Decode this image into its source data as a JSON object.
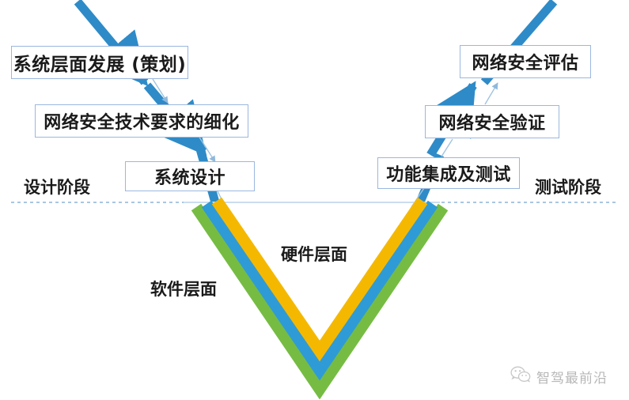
{
  "diagram": {
    "title": "Cybersecurity V-Model (网络安全 V 模型)",
    "type": "v-model-process-diagram",
    "colors": {
      "box_border": "#9BB7DF",
      "box_fill": "#FFFFFF",
      "arrow_blue": "#2E8BC8",
      "arrow_blue_light": "#BBD4EA",
      "divider_blue": "#A9C6E2",
      "band_green": "#76BC43",
      "band_blue": "#2E9BD6",
      "band_yellow": "#F5B800",
      "text": "#1A1A1A",
      "watermark": "#7D7D7D"
    },
    "left_branch": {
      "phase_label": "设计阶段",
      "steps": [
        {
          "label": "系统层面发展 (策划)"
        },
        {
          "label": "网络安全技术要求的细化"
        },
        {
          "label": "系统设计"
        }
      ]
    },
    "right_branch": {
      "phase_label": "测试阶段",
      "steps": [
        {
          "label": "网络安全评估"
        },
        {
          "label": "网络安全验证"
        },
        {
          "label": "功能集成及测试"
        }
      ]
    },
    "layers": [
      {
        "name": "hardware",
        "label": "硬件层面",
        "band_color": "#F5B800"
      },
      {
        "name": "software",
        "label": "软件层面",
        "band_color": "#76BC43"
      }
    ],
    "watermark": {
      "icon": "wechat-icon",
      "text": "智驾最前沿"
    }
  }
}
